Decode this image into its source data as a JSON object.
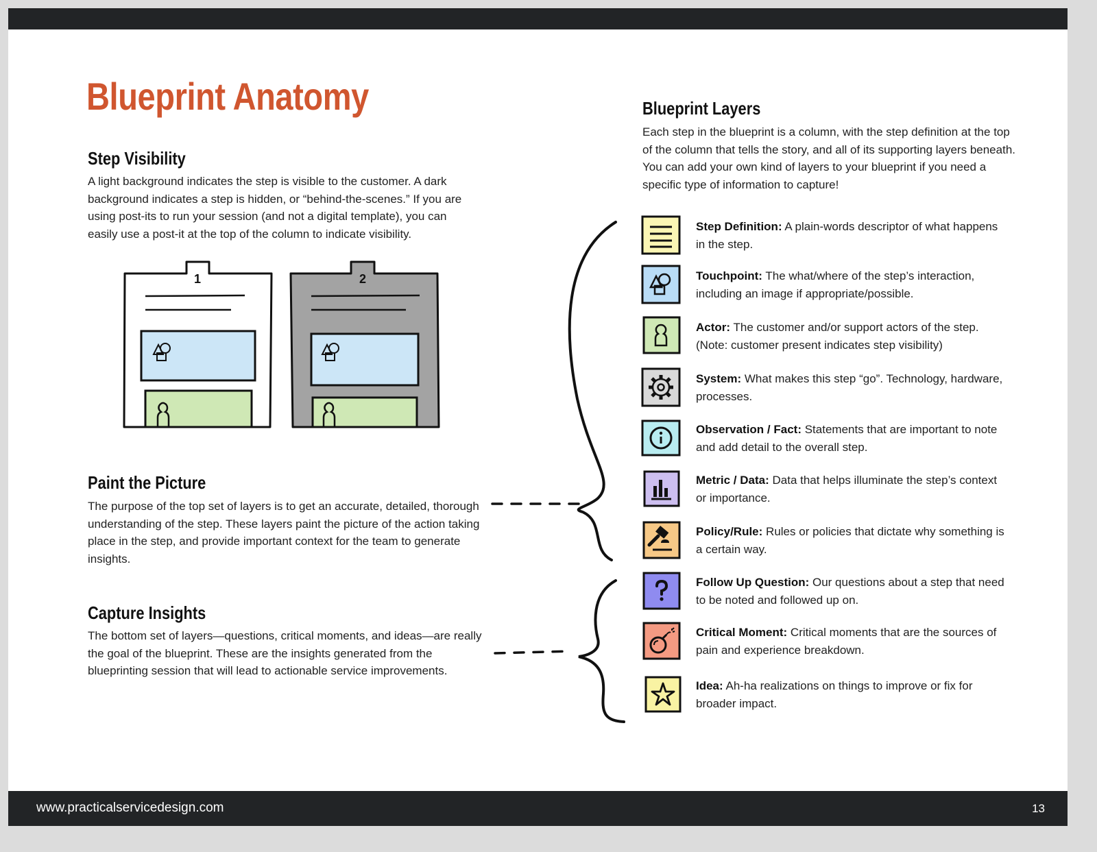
{
  "page_title": "Blueprint Anatomy",
  "footer": {
    "url": "www.practicalservicedesign.com",
    "page_number": "13"
  },
  "step_visibility": {
    "heading": "Step Visibility",
    "body": "A light background indicates the step is visible to the customer. A dark background indicates a step is hidden, or “behind-the-scenes.” If you are using post-its to run your session (and not a digital template), you can easily use a post-it at the top of the column to indicate visibility.",
    "cards": [
      {
        "tab_label": "1",
        "style": "light"
      },
      {
        "tab_label": "2",
        "style": "dark"
      }
    ]
  },
  "paint_the_picture": {
    "heading": "Paint the Picture",
    "body": "The purpose of the top set of layers is to get an accurate, detailed, thorough understanding of the step. These layers paint the picture of the action taking place in the step, and provide important context for the team to generate insights."
  },
  "capture_insights": {
    "heading": "Capture Insights",
    "body": "The bottom set of layers—questions, critical moments, and ideas—are really the goal of the blueprint. These are the insights generated from the blueprinting session that will lead to actionable service improvements."
  },
  "blueprint_layers": {
    "heading": "Blueprint Layers",
    "intro": "Each step in the blueprint is a column, with the step definition at the top of the column that tells the story, and all of its supporting layers beneath. You can add your own kind of layers to your blueprint if you need a specific type of information to capture!",
    "items": [
      {
        "name": "Step Definition:",
        "description": "A plain-words descriptor of what happens in the step.",
        "icon": "lines-icon",
        "color": "#fbf6b4"
      },
      {
        "name": "Touchpoint:",
        "description": "The what/where of the step’s interaction, including an image if appropriate/possible.",
        "icon": "shapes-icon",
        "color": "#b9dcf6"
      },
      {
        "name": "Actor:",
        "description": "The customer and/or support actors of the step. (Note: customer present indicates step visibility)",
        "icon": "person-icon",
        "color": "#cfe8b5"
      },
      {
        "name": "System:",
        "description": "What makes this step “go”. Technology, hardware, processes.",
        "icon": "gear-icon",
        "color": "#d9d9d9"
      },
      {
        "name": "Observation / Fact:",
        "description": "Statements that are important to note and add detail to the overall step.",
        "icon": "info-icon",
        "color": "#b8ecf0"
      },
      {
        "name": "Metric / Data:",
        "description": "Data that helps illuminate the step’s context or importance.",
        "icon": "bar-chart-icon",
        "color": "#cdbff0"
      },
      {
        "name": "Policy/Rule:",
        "description": "Rules or policies that dictate why something is a certain way.",
        "icon": "gavel-icon",
        "color": "#f6c886"
      },
      {
        "name": "Follow Up Question:",
        "description": "Our questions about a step that need to be noted and followed up on.",
        "icon": "question-icon",
        "color": "#8f8bf0"
      },
      {
        "name": "Critical Moment:",
        "description": "Critical moments that are the sources of pain and experience breakdown.",
        "icon": "bomb-icon",
        "color": "#f49a82"
      },
      {
        "name": "Idea:",
        "description": "Ah-ha realizations on things to improve or fix for broader impact.",
        "icon": "star-icon",
        "color": "#f9f3a3"
      }
    ]
  }
}
